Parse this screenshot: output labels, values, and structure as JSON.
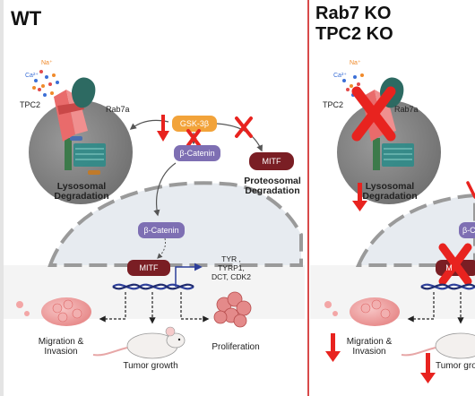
{
  "panels": {
    "wt": {
      "title": "WT"
    },
    "ko": {
      "title_line1": "Rab7 KO",
      "title_line2": "TPC2 KO"
    }
  },
  "ions": {
    "calcium": "Ca²⁺",
    "sodium": "Na⁺"
  },
  "labels": {
    "tpc2": "TPC2",
    "rab7a": "Rab7a",
    "lysosome_line1": "Lysosomal",
    "lysosome_line2": "Degradation",
    "gsk3b": "GSK-3β",
    "mitf": "MITF",
    "proteosomal_line1": "Proteosomal",
    "proteosomal_line2": "Degradation",
    "bcatenin": "β-Catenin",
    "bcatenin_partial": "β-Ca",
    "mitf_partial": "M",
    "targets_line1": "TYR ,",
    "targets_line2": "TYRP1,",
    "targets_line3": "DCT, CDK2",
    "migration_line1": "Migration &",
    "migration_line2": "Invasion",
    "proliferation": "Proliferation",
    "tumor_growth": "Tumor growth",
    "tumor_growth_partial": "Tumor grow"
  },
  "colors": {
    "divider": "#d84a4a",
    "block_red": "#e8231f",
    "gsk": "#f2a33a",
    "bcatenin": "#7e6fb3",
    "mitf": "#7a1e24",
    "lysosome": "#8e8e8e",
    "nucleus": "#e9edf2",
    "cell_bg": "#f2f2f2"
  }
}
